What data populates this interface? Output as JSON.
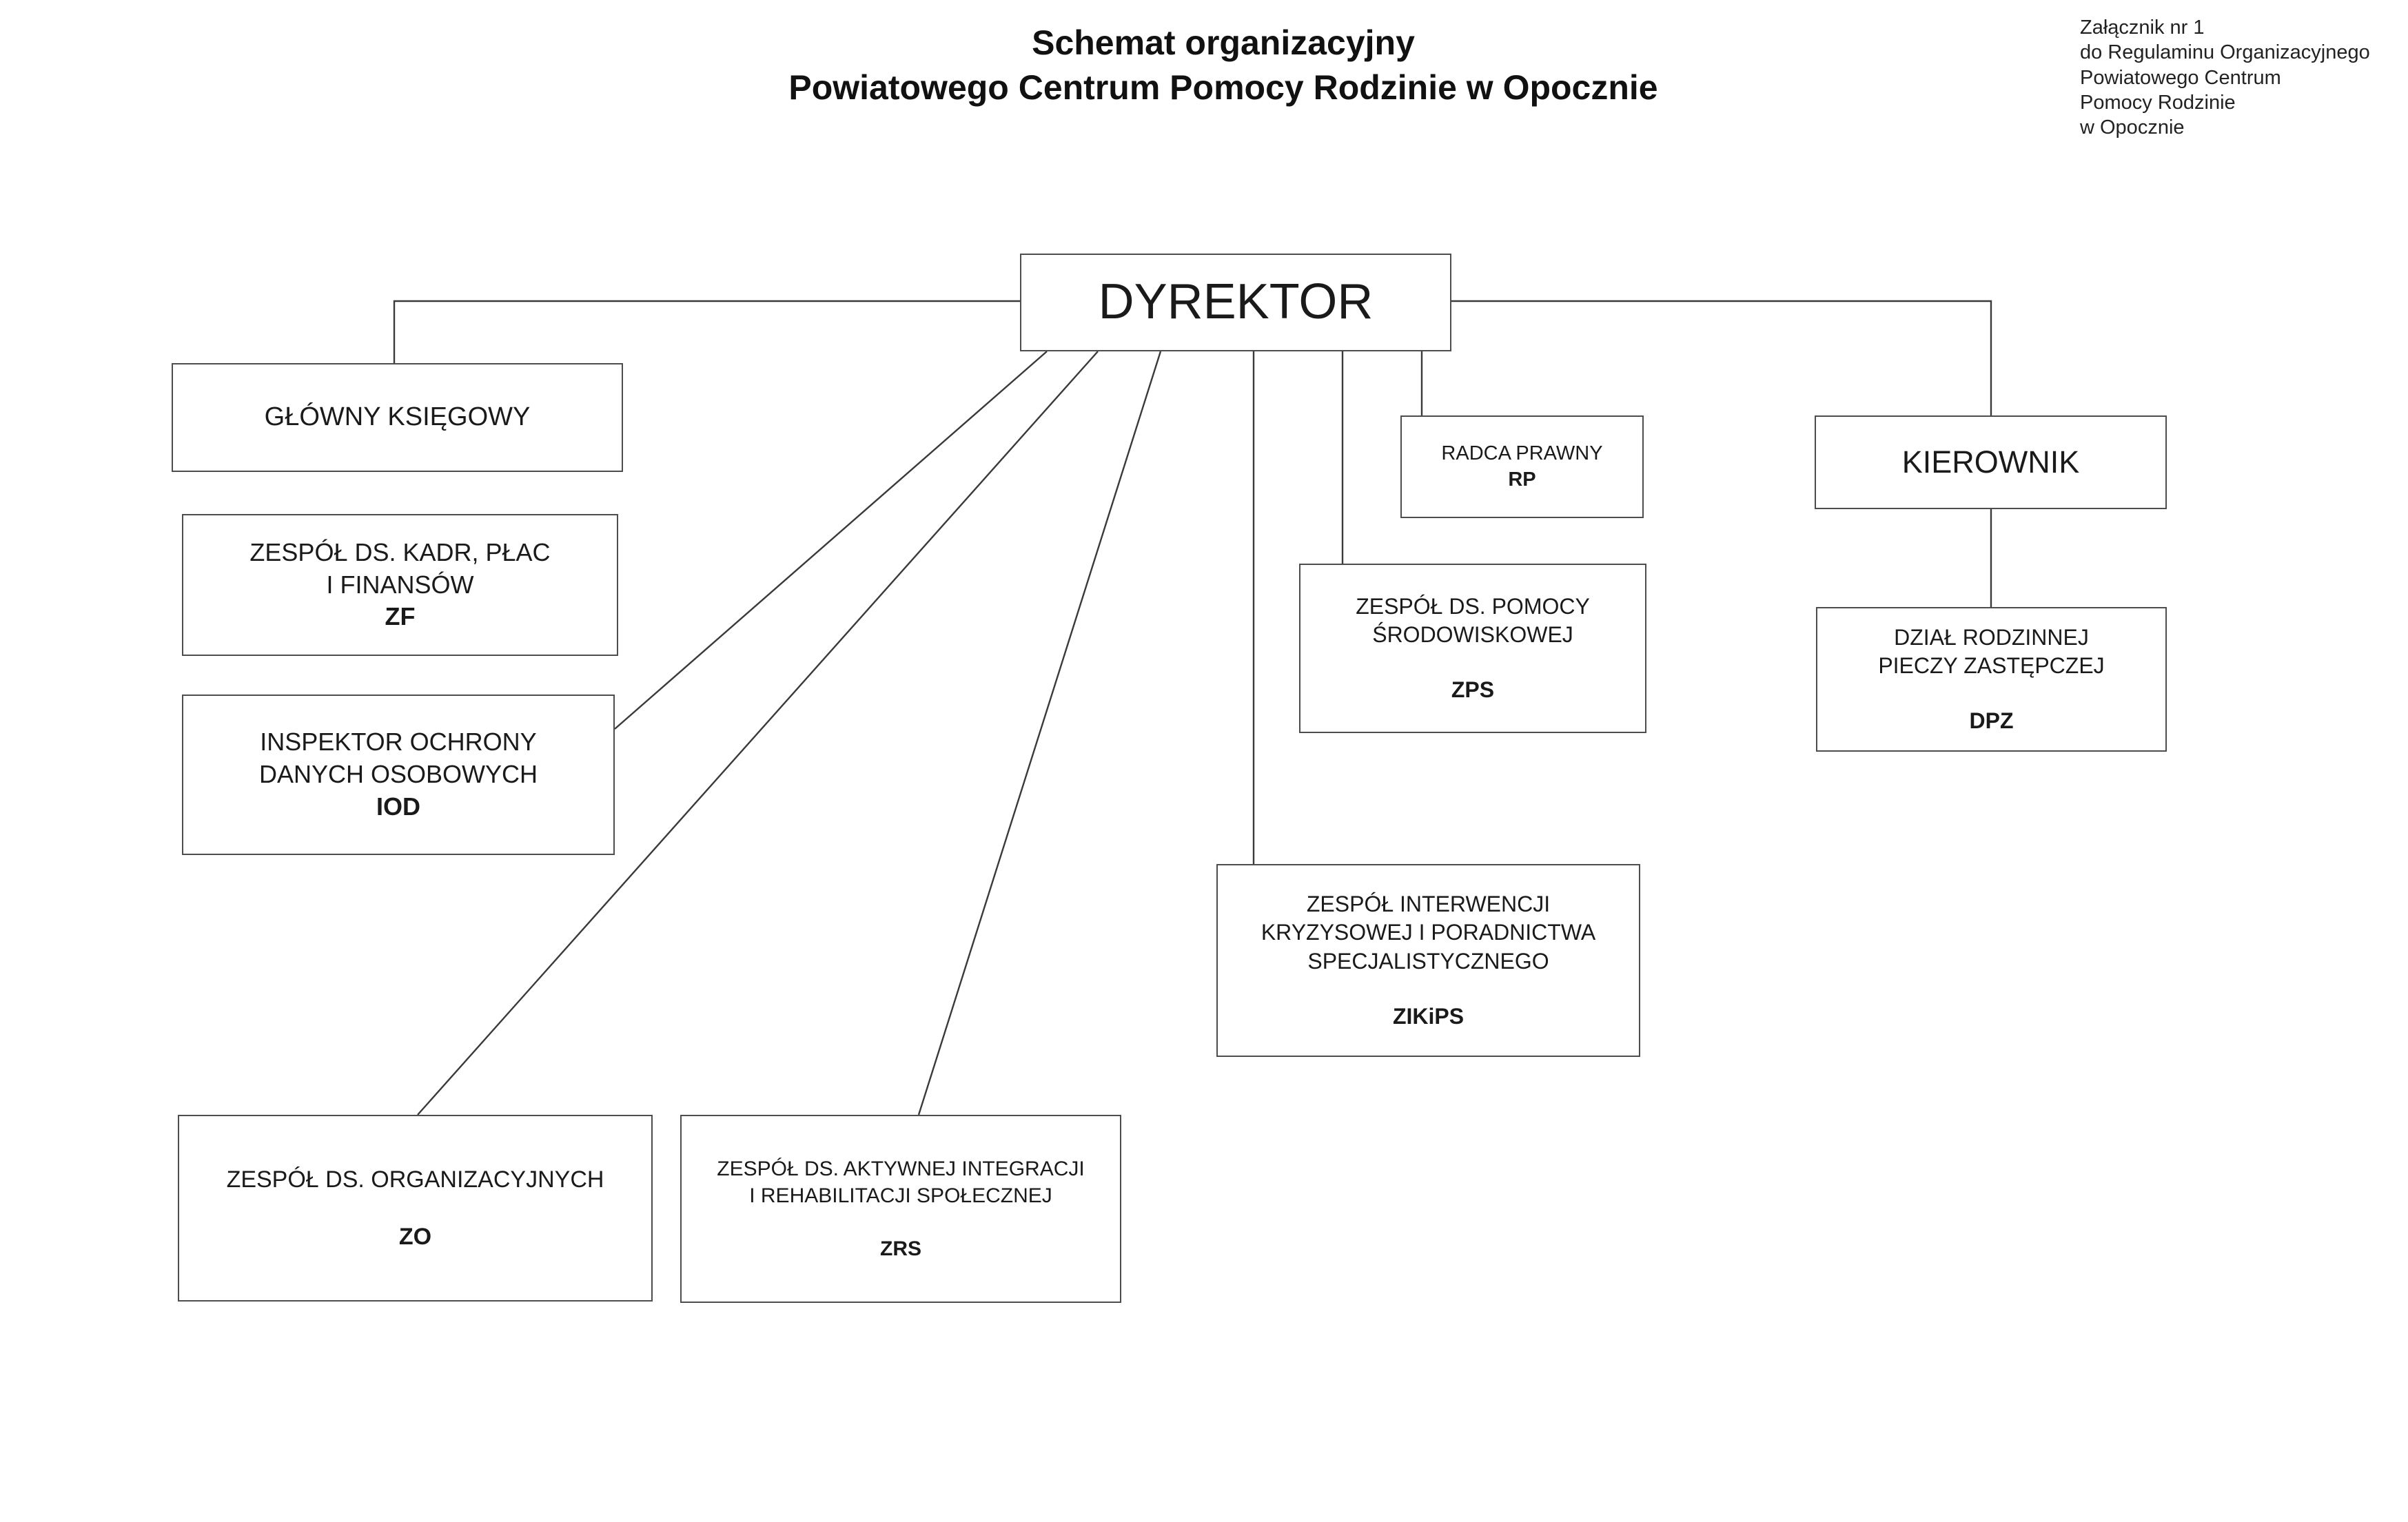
{
  "title": {
    "line1": "Schemat organizacyjny",
    "line2": "Powiatowego Centrum Pomocy Rodzinie w Opocznie"
  },
  "annotation": {
    "lines": [
      "Załącznik nr 1",
      "do Regulaminu Organizacyjnego",
      "Powiatowego Centrum",
      "Pomocy Rodzinie",
      "w Opocznie"
    ]
  },
  "diagram": {
    "type": "org-chart",
    "nodes": {
      "dyrektor": {
        "label": "DYREKTOR",
        "code": ""
      },
      "gk": {
        "label": "GŁÓWNY KSIĘGOWY",
        "code": ""
      },
      "zf": {
        "label": "ZESPÓŁ DS. KADR, PŁAC\nI FINANSÓW",
        "code": "ZF"
      },
      "iod": {
        "label": "INSPEKTOR OCHRONY\nDANYCH OSOBOWYCH",
        "code": "IOD"
      },
      "rp": {
        "label": "RADCA PRAWNY",
        "code": "RP"
      },
      "kierownik": {
        "label": "KIEROWNIK",
        "code": ""
      },
      "zps": {
        "label": "ZESPÓŁ DS. POMOCY\nŚRODOWISKOWEJ",
        "code": "ZPS"
      },
      "dpz": {
        "label": "DZIAŁ RODZINNEJ\nPIECZY ZASTĘPCZEJ",
        "code": "DPZ"
      },
      "zikips": {
        "label": "ZESPÓŁ INTERWENCJI\nKRYZYSOWEJ I PORADNICTWA\nSPECJALISTYCZNEGO",
        "code": "ZIKiPS"
      },
      "zo": {
        "label": "ZESPÓŁ DS. ORGANIZACYJNYCH",
        "code": "ZO"
      },
      "zrs": {
        "label": "ZESPÓŁ DS. AKTYWNEJ INTEGRACJI\nI REHABILITACJI SPOŁECZNEJ",
        "code": "ZRS"
      }
    },
    "edges": [
      {
        "from": "dyrektor",
        "to": "gk"
      },
      {
        "from": "dyrektor",
        "to": "zf"
      },
      {
        "from": "dyrektor",
        "to": "iod"
      },
      {
        "from": "dyrektor",
        "to": "rp"
      },
      {
        "from": "dyrektor",
        "to": "kierownik"
      },
      {
        "from": "dyrektor",
        "to": "zps"
      },
      {
        "from": "dyrektor",
        "to": "zikips"
      },
      {
        "from": "dyrektor",
        "to": "zo"
      },
      {
        "from": "dyrektor",
        "to": "zrs"
      },
      {
        "from": "kierownik",
        "to": "dpz"
      }
    ],
    "line_color": "#3a3a3a"
  }
}
